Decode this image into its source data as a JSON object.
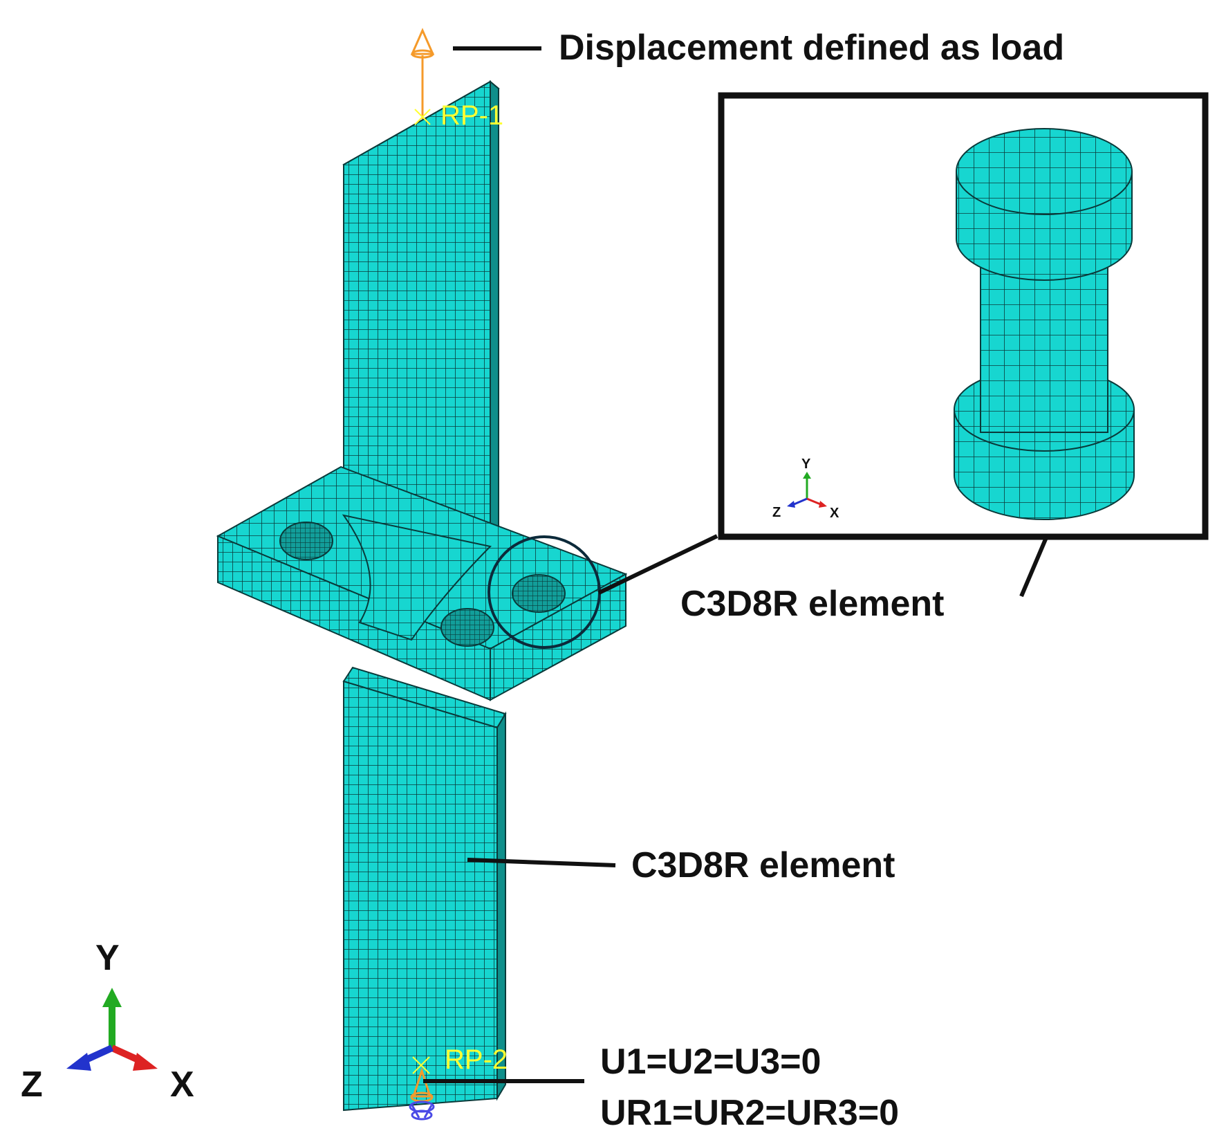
{
  "labels": {
    "load": "Displacement defined as load",
    "bolt_element": "C3D8R element",
    "plate_element": "C3D8R element",
    "bc_line1": "U1=U2=U3=0",
    "bc_line2": "UR1=UR2=UR3=0"
  },
  "reference_points": {
    "top": "RP-1",
    "bottom": "RP-2"
  },
  "triad_main": {
    "y": "Y",
    "z": "Z",
    "x": "X"
  },
  "triad_inset": {
    "y": "Y",
    "z": "Z",
    "x": "X"
  },
  "colors": {
    "mesh_fill": "#17d6d0",
    "mesh_line": "#0a3a3a",
    "load_arrow": "#f59a2a",
    "fixed_bc": "#4a4ae6",
    "reference_point": "#ffff33",
    "axis_y": "#22aa22",
    "axis_x": "#dd2222",
    "axis_z": "#2233cc"
  }
}
